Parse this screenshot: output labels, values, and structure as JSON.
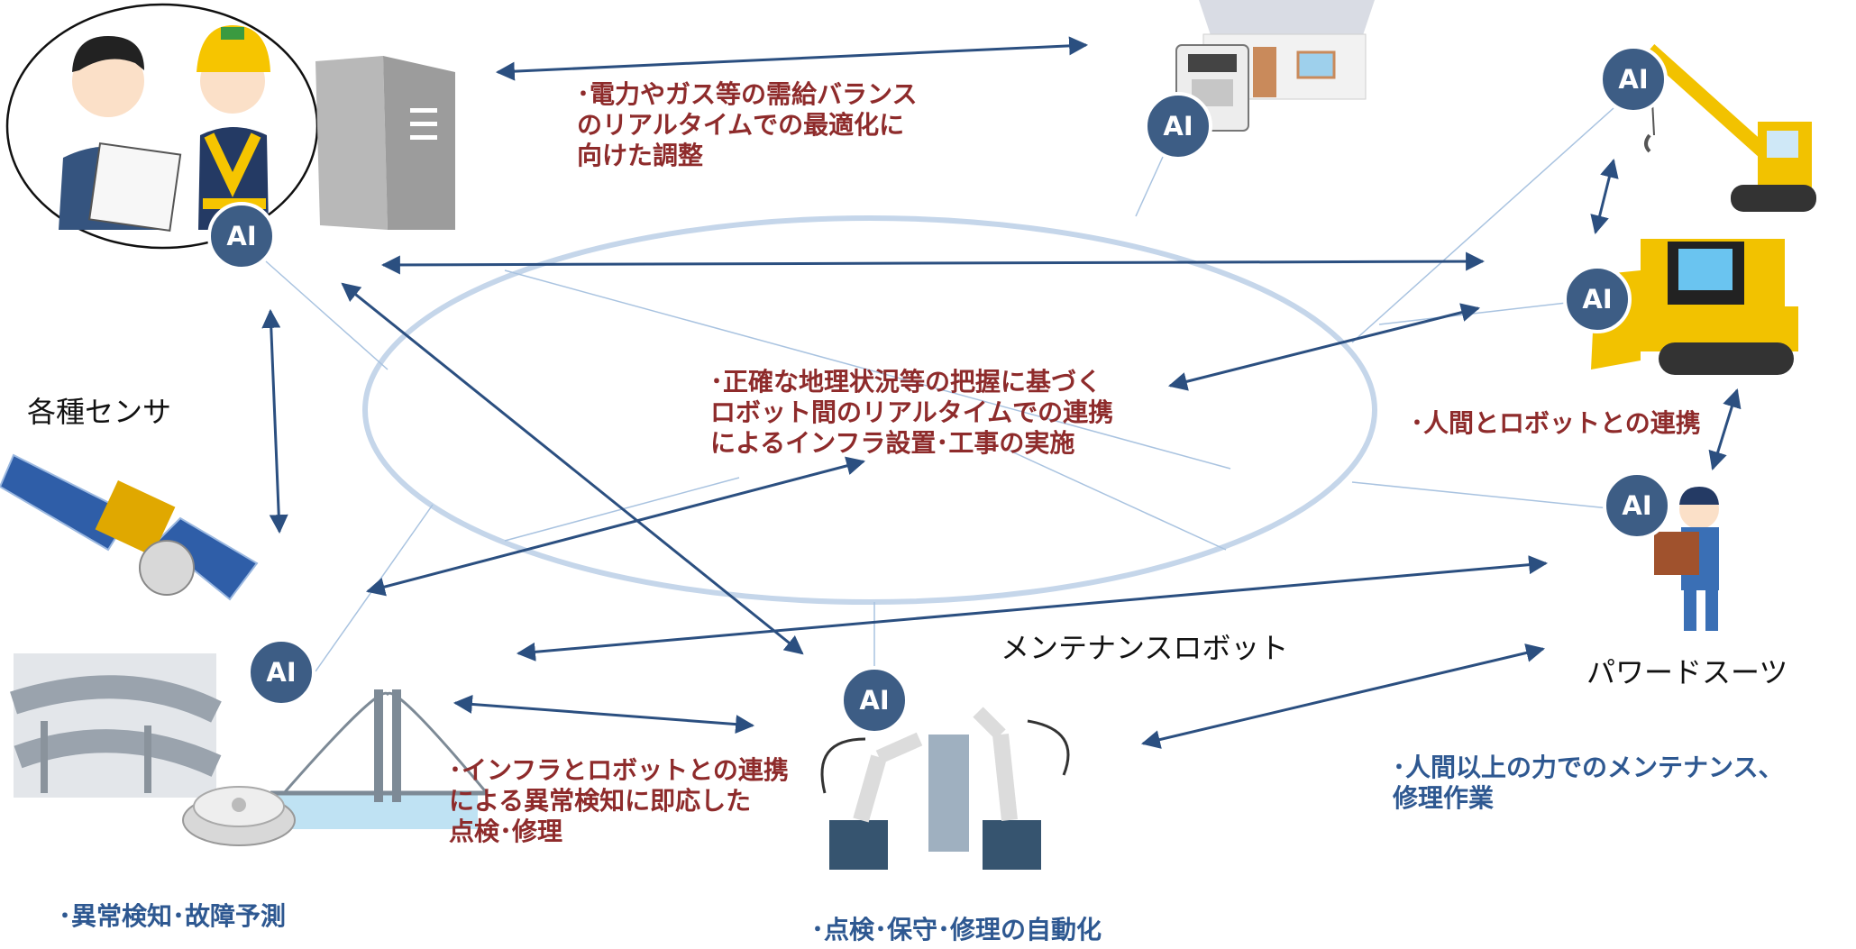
{
  "diagram": {
    "ai_label": "AI",
    "labels": {
      "sensors": "各種センサ",
      "maintenance_robot": "メンテナンスロボット",
      "powered_suit": "パワードスーツ"
    },
    "notes": {
      "supply_demand": "･電力やガス等の需給バランス\nのリアルタイムでの最適化に\n向けた調整",
      "center": "･正確な地理状況等の把握に基づく\nロボット間のリアルタイムでの連携\nによるインフラ設置･工事の実施",
      "human_robot": "･人間とロボットとの連携",
      "infra_robot": "･インフラとロボットとの連携\nによる異常検知に即応した\n点検･修理",
      "beyond_human": "･人間以上の力でのメンテナンス、\n修理作業",
      "anomaly": "･異常検知･故障予測",
      "automation": "･点検･保守･修理の自動化"
    },
    "colors": {
      "arrow": "#2b4f80",
      "ring": "#c5d6ea",
      "spoke": "#a9c3e0",
      "badge": "#3d5d85",
      "red_text": "#8e2b2b",
      "blue_text": "#2e5891"
    },
    "icons": [
      "office-workers-icon",
      "server-icon",
      "house-icon",
      "smart-meter-icon",
      "crane-icon",
      "bulldozer-icon",
      "satellite-icon",
      "highway-icon",
      "bridge-icon",
      "sensor-device-icon",
      "industrial-robot-icon",
      "powered-suit-icon"
    ]
  }
}
